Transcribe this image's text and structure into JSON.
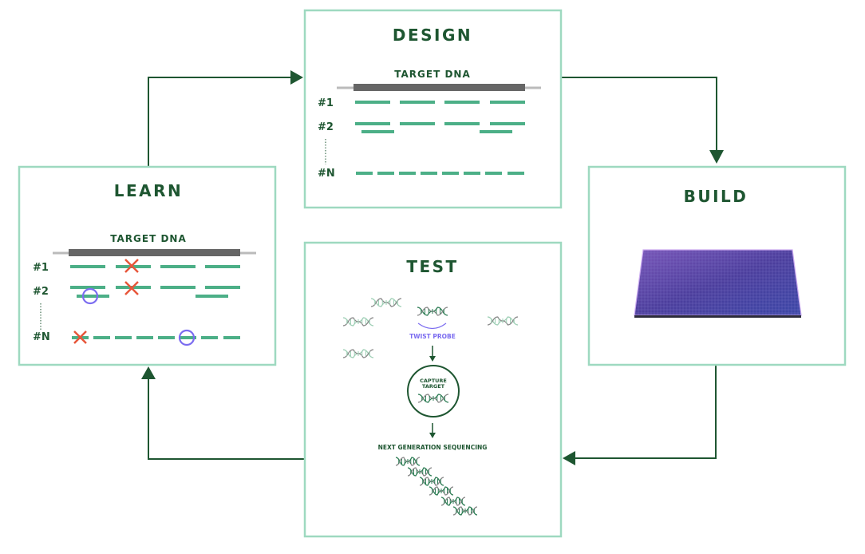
{
  "design": {
    "title": "DESIGN",
    "target_label": "TARGET DNA",
    "rows": [
      "#1",
      "#2",
      "#N"
    ]
  },
  "build": {
    "title": "BUILD"
  },
  "test": {
    "title": "TEST",
    "probe_label": "TWIST PROBE",
    "capture_label_1": "CAPTURE",
    "capture_label_2": "TARGET",
    "ngs_label": "NEXT GENERATION SEQUENCING"
  },
  "learn": {
    "title": "LEARN",
    "target_label": "TARGET DNA",
    "rows": [
      "#1",
      "#2",
      "#N"
    ]
  },
  "colors": {
    "box_border": "#9ed9c0",
    "arrow": "#1e5631",
    "probe": "#4caf87",
    "target_bar": "#666666",
    "target_line": "#bbbbbb",
    "mismatch": "#e8563a",
    "gap": "#7b6cf0",
    "chip": "#5a48a8"
  }
}
